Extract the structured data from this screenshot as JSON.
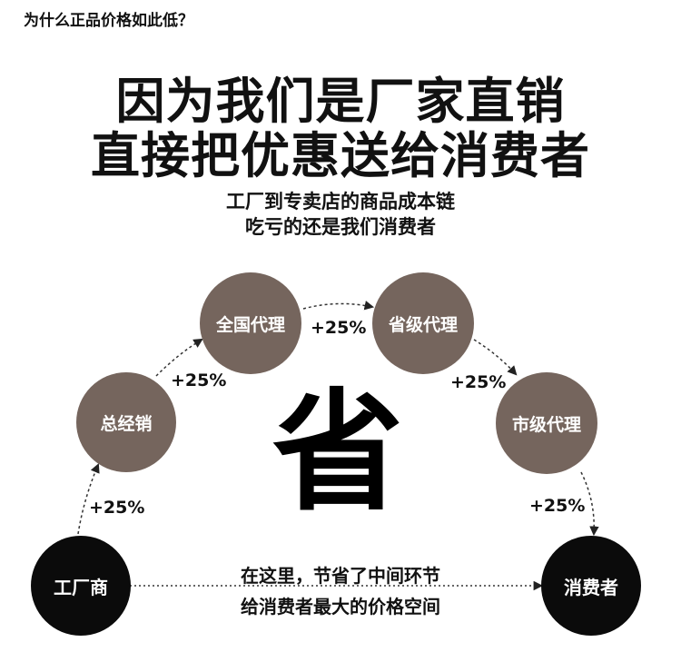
{
  "question": "为什么正品价格如此低？",
  "headline": {
    "line1": "因为我们是厂家直销",
    "line2": "直接把优惠送给消费者"
  },
  "subtitle": {
    "line1": "工厂到专卖店的商品成本链",
    "line2": "吃亏的还是我们消费者"
  },
  "nodes": {
    "factory": "工厂商",
    "distributor": "总经销",
    "national": "全国代理",
    "provincial": "省级代理",
    "city": "市级代理",
    "consumer": "消费者"
  },
  "markups": {
    "to_distributor": "+25%",
    "to_national": "+25%",
    "to_provincial": "+25%",
    "to_city": "+25%",
    "to_consumer": "+25%"
  },
  "center_char": "省",
  "bottom_note": {
    "line1": "在这里，节省了中间环节",
    "line2": "给消费者最大的价格空间"
  },
  "colors": {
    "brown_circle": "#75655d",
    "black_circle": "#0b0b0b",
    "text": "#111111"
  }
}
